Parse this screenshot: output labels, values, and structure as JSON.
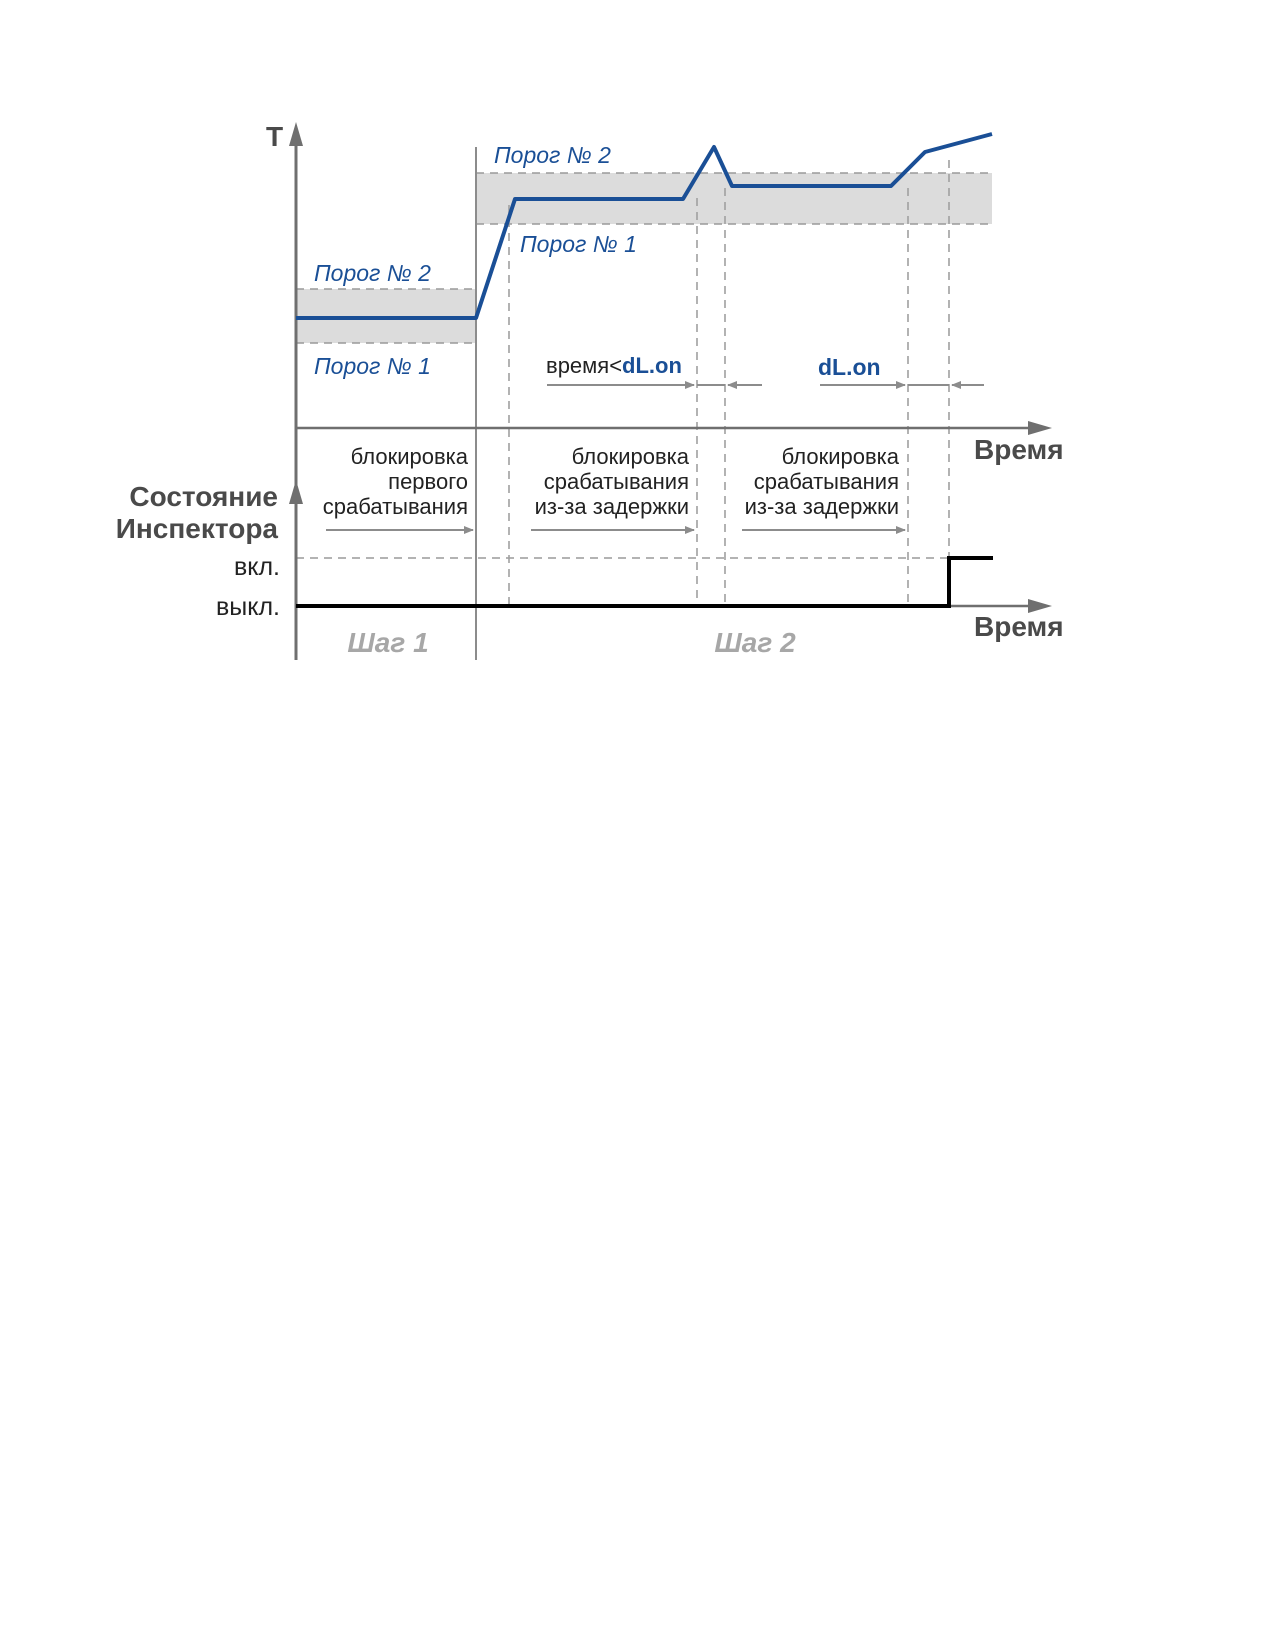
{
  "axes": {
    "temperature_label": "Т",
    "time_label_upper": "Время",
    "time_label_lower": "Время",
    "state_label_line1": "Состояние",
    "state_label_line2": "Инспектора",
    "state_on": "вкл.",
    "state_off": "выкл."
  },
  "thresholds": {
    "step1_upper": "Порог № 2",
    "step1_lower": "Порог № 1",
    "step2_upper": "Порог № 2",
    "step2_lower": "Порог № 1"
  },
  "timing": {
    "short_prefix": "время<",
    "short_param": "dL.on",
    "delay_param": "dL.on"
  },
  "blocks": {
    "first": [
      "блокировка",
      "первого",
      "срабатывания"
    ],
    "delay_a": [
      "блокировка",
      "срабатывания",
      "из-за задержки"
    ],
    "delay_b": [
      "блокировка",
      "срабатывания",
      "из-за задержки"
    ]
  },
  "steps": {
    "step1": "Шаг 1",
    "step2": "Шаг 2"
  },
  "colors": {
    "temperature_curve": "#1a4f96",
    "threshold_band": "#dcdcdc",
    "state_line": "#000000",
    "guide_lines": "#9a9a9a"
  }
}
